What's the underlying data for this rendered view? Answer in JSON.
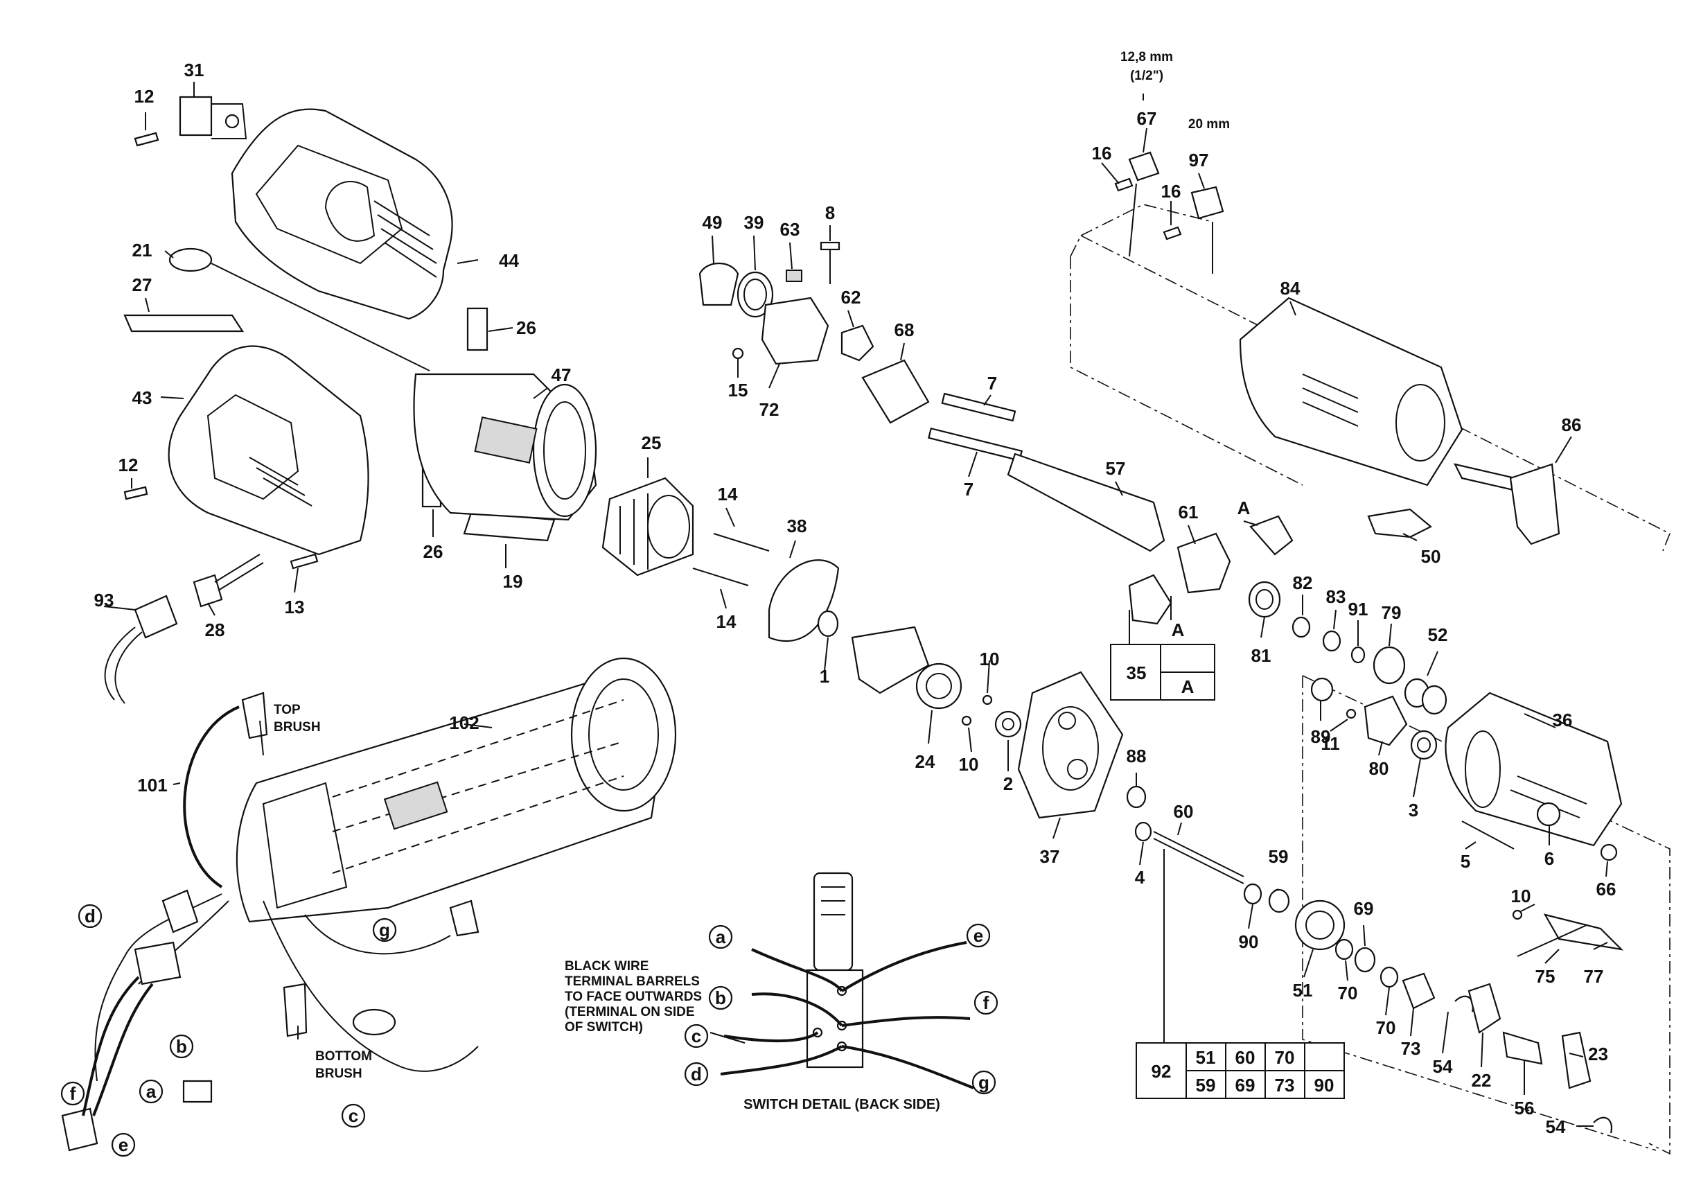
{
  "part_labels": {
    "p1": "1",
    "p2": "2",
    "p3": "3",
    "p4": "4",
    "p5": "5",
    "p6": "6",
    "p7a": "7",
    "p7b": "7",
    "p8": "8",
    "p10a": "10",
    "p10b": "10",
    "p10c": "10",
    "p11": "11",
    "p12a": "12",
    "p12b": "12",
    "p13": "13",
    "p14a": "14",
    "p14b": "14",
    "p15": "15",
    "p16a": "16",
    "p16b": "16",
    "p19": "19",
    "p21": "21",
    "p22": "22",
    "p23": "23",
    "p24": "24",
    "p25": "25",
    "p26a": "26",
    "p26b": "26",
    "p27": "27",
    "p28": "28",
    "p31": "31",
    "p36": "36",
    "p37": "37",
    "p38": "38",
    "p39": "39",
    "p43": "43",
    "p44": "44",
    "p47": "47",
    "p49": "49",
    "p50": "50",
    "p51": "51",
    "p52": "52",
    "p54a": "54",
    "p54b": "54",
    "p56": "56",
    "p57": "57",
    "p59": "59",
    "p60": "60",
    "p61": "61",
    "p62": "62",
    "p63": "63",
    "p66": "66",
    "p67": "67",
    "p68": "68",
    "p69": "69",
    "p70a": "70",
    "p70b": "70",
    "p72": "72",
    "p73": "73",
    "p75": "75",
    "p77": "77",
    "p79": "79",
    "p80": "80",
    "p81": "81",
    "p82": "82",
    "p83": "83",
    "p84": "84",
    "p86": "86",
    "p88": "88",
    "p89": "89",
    "p90": "90",
    "p91": "91",
    "p93": "93",
    "p97": "97",
    "p101": "101",
    "p102": "102",
    "pA": "A"
  },
  "size_notes": {
    "size_67_line1": "12,8 mm",
    "size_67_line2": "(1/2\")",
    "size_97": "20 mm"
  },
  "kit_35": {
    "id": "35",
    "cell_top": "",
    "cell_bottom": "A",
    "label_above": "A"
  },
  "kit_92": {
    "id": "92",
    "row1": [
      "51",
      "60",
      "70",
      ""
    ],
    "row2": [
      "59",
      "69",
      "73",
      "90"
    ]
  },
  "wiring": {
    "top_brush": [
      "TOP",
      "BRUSH"
    ],
    "bottom_brush": [
      "BOTTOM",
      "BRUSH"
    ],
    "wire_letters_left": [
      "d",
      "b",
      "a",
      "f",
      "e",
      "c",
      "g"
    ],
    "switch_letters": [
      "a",
      "b",
      "c",
      "d",
      "e",
      "f",
      "g"
    ],
    "note": [
      "BLACK WIRE",
      "TERMINAL BARRELS",
      "TO FACE OUTWARDS",
      "(TERMINAL ON SIDE",
      " OF SWITCH)"
    ],
    "switch_caption": "SWITCH DETAIL (BACK SIDE)"
  }
}
